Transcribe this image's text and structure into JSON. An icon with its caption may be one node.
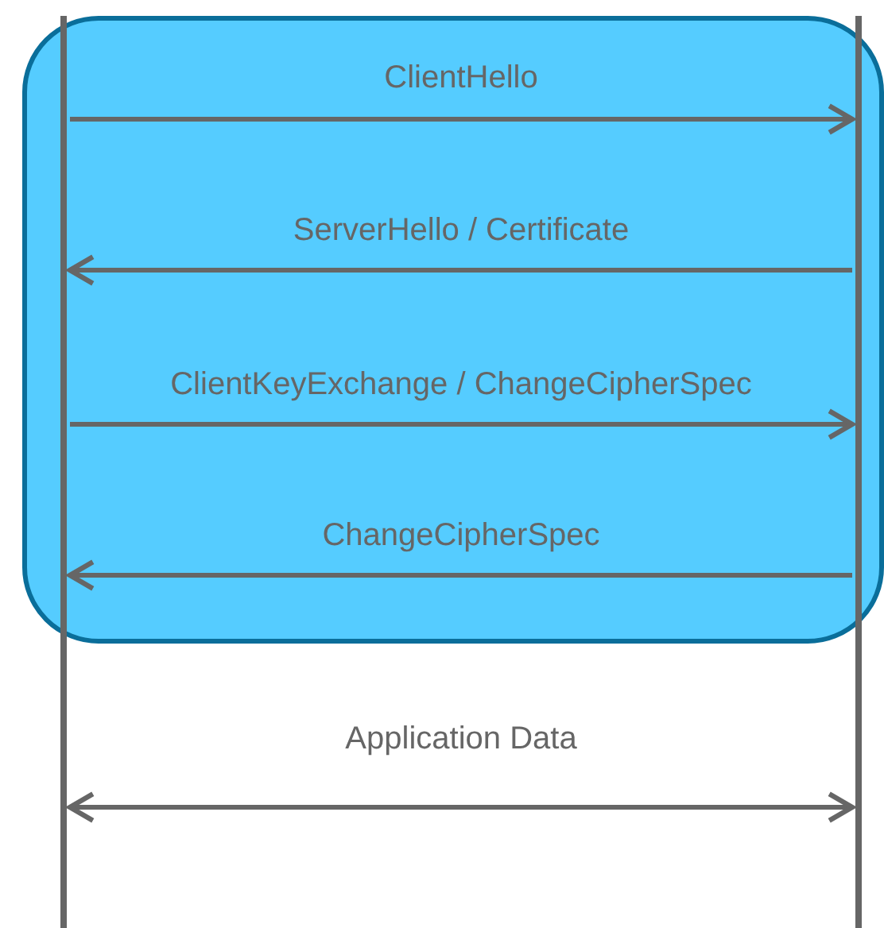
{
  "diagram": {
    "nodes": [
      {
        "text": [],
        "shape": "bar"
      },
      {
        "text": [],
        "shape": "bar"
      }
    ],
    "edges": [
      {
        "from": 0,
        "to": 1,
        "arrow": "to",
        "label": "ClientHello"
      },
      {
        "from": 1,
        "to": 0,
        "arrow": "to",
        "label": "ServerHello / Certificate"
      },
      {
        "from": 0,
        "to": 1,
        "arrow": "to",
        "label": "ClientKeyExchange / ChangeCipherSpec"
      },
      {
        "from": 1,
        "to": 0,
        "arrow": "to",
        "label": "ChangeCipherSpec"
      },
      {
        "from": 0,
        "to": 1,
        "arrow": "both",
        "label": "Application Data"
      }
    ]
  }
}
